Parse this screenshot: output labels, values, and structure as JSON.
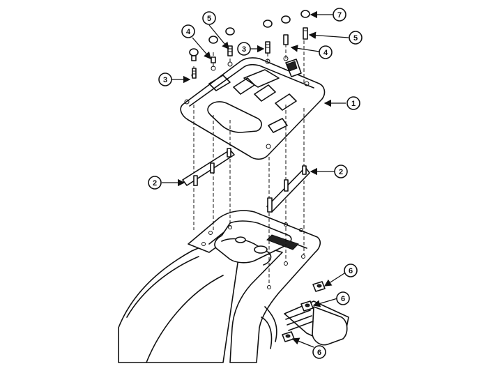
{
  "callouts": [
    {
      "number": "7"
    },
    {
      "number": "5"
    },
    {
      "number": "4"
    },
    {
      "number": "3"
    },
    {
      "number": "5"
    },
    {
      "number": "4"
    },
    {
      "number": "3"
    },
    {
      "number": "1"
    },
    {
      "number": "2"
    },
    {
      "number": "2"
    },
    {
      "number": "6"
    },
    {
      "number": "6"
    },
    {
      "number": "6"
    }
  ]
}
